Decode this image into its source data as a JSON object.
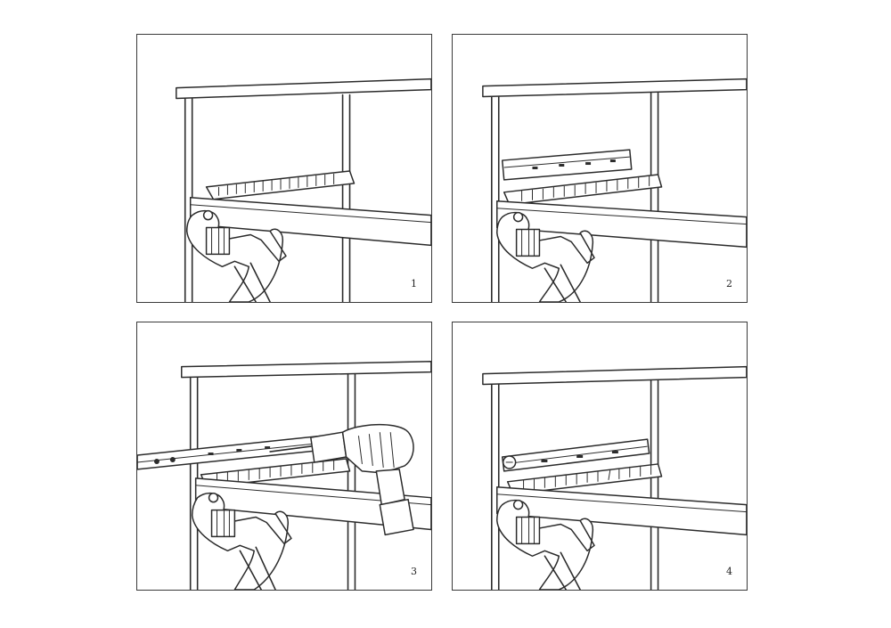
{
  "steps": [
    {
      "number": "1",
      "icons": [
        "cabinet-shelf",
        "wire-basket",
        "locking-clamp"
      ]
    },
    {
      "number": "2",
      "icons": [
        "cabinet-shelf",
        "wire-basket",
        "locking-clamp",
        "drawer-slide"
      ]
    },
    {
      "number": "3",
      "icons": [
        "cabinet-shelf",
        "wire-basket",
        "locking-clamp",
        "drawer-slide",
        "cordless-drill"
      ]
    },
    {
      "number": "4",
      "icons": [
        "cabinet-shelf",
        "wire-basket",
        "locking-clamp",
        "drawer-slide",
        "screw"
      ]
    }
  ],
  "colors": {
    "line": "#2b2b2b",
    "background": "#ffffff"
  }
}
